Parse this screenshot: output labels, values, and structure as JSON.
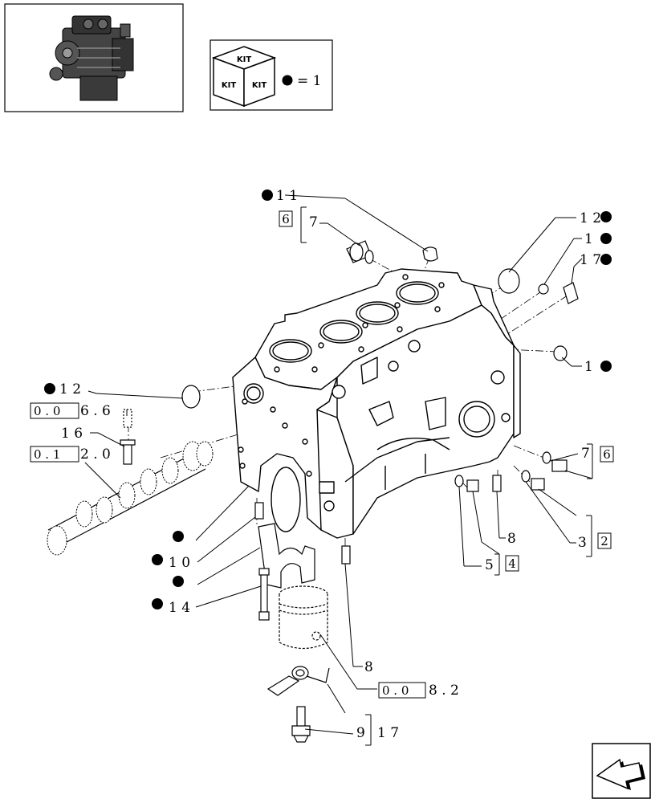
{
  "kit_box": {
    "icon_label": "KIT",
    "legend_value": "= 1"
  },
  "callouts": {
    "c11": "1 1",
    "c7a": "7",
    "box6a": "6",
    "c12r": "1 2",
    "c1r": "1",
    "c17r": "1 7",
    "c1xr": "1",
    "c12l": "1 2",
    "ref006": "0 . 0",
    "ref006b": "6 . 6",
    "c16": "1 6",
    "ref012": "0 . 1",
    "ref012b": "2 . 0",
    "c10": "1 0",
    "c14": "1 4",
    "c7b": "7",
    "box6b": "6",
    "c3": "3",
    "box2": "2",
    "c5": "5",
    "box4": "4",
    "c8a": "8",
    "c8b": "8",
    "ref008": "0 . 0",
    "ref008b": "8 . 2",
    "c9": "9",
    "c17b": "1 7"
  },
  "icons": [
    "engine-thumbnail-icon",
    "kit-cube-icon",
    "bullet-dot-icon",
    "next-page-arrow-icon"
  ]
}
